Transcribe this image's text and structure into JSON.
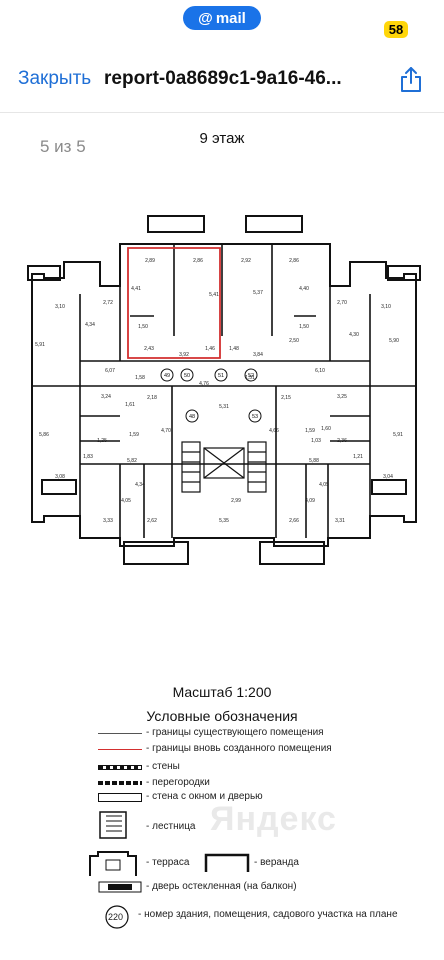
{
  "status_bar": {
    "mail_label": "mail",
    "mail_at": "@",
    "battery": "58",
    "accent": "#1a73e8"
  },
  "nav": {
    "close_label": "Закрыть",
    "title": "report-0a8689c1-9a16-46...",
    "share_icon": "share-icon",
    "link_color": "#1f6fd6"
  },
  "viewer": {
    "page_counter": "5 из 5"
  },
  "plan": {
    "floor_title": "9 этаж",
    "new_boundary_color": "#d32f2f",
    "dimensions": {
      "top_rooms": [
        "2,89",
        "2,86",
        "2,92",
        "2,86"
      ],
      "top_heights": [
        "4,41",
        "5,41",
        "5,37",
        "4,40"
      ],
      "side": [
        "3,10",
        "5,91",
        "2,72",
        "4,34",
        "2,70",
        "4,30",
        "3,10",
        "5,90"
      ],
      "mid": [
        "1,50",
        "2,43",
        "3,92",
        "1,46",
        "1,48",
        "3,84",
        "2,50",
        "1,50",
        "6,07",
        "1,58",
        "4,76",
        "1,51",
        "6,10"
      ],
      "center": [
        "5,31",
        "4,70",
        "2,18",
        "2,15",
        "4,66",
        "3,24",
        "1,61",
        "1,59",
        "3,25",
        "1,25",
        "1,59",
        "1,03",
        "2,36",
        "1,60"
      ],
      "lower": [
        "5,86",
        "5,82",
        "5,88",
        "5,91",
        "1,83",
        "1,21",
        "3,08",
        "3,04",
        "2,99",
        "4,05",
        "4,34",
        "4,09",
        "4,05"
      ],
      "bottom": [
        "3,33",
        "2,62",
        "5,35",
        "2,66",
        "3,31"
      ],
      "circle_labels": [
        "49",
        "50",
        "51",
        "52",
        "48",
        "53"
      ]
    }
  },
  "legend": {
    "scale": "Масштаб 1:200",
    "title": "Условные обозначения",
    "items": [
      "- границы существующего помещения",
      "- границы вновь созданного помещения",
      "- стены",
      "- перегородки",
      "- стена с окном и дверью",
      "- лестница",
      "- терраса",
      "- веранда",
      "- дверь остекленная (на балкон)",
      "- номер здания, помещения, садового участка на плане"
    ],
    "sample_number": "220"
  },
  "watermark": "Яндекс"
}
